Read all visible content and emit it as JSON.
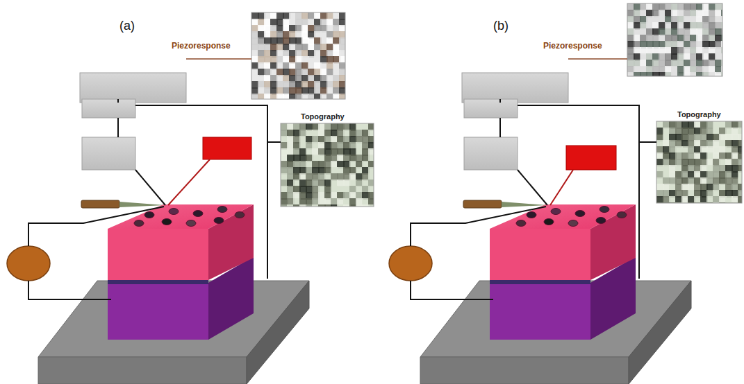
{
  "diagram": {
    "labels": [
      "(a)",
      "Piezoresponse",
      "Topography",
      "(b)",
      "Piezoresponse",
      "Topography"
    ]
  }
}
